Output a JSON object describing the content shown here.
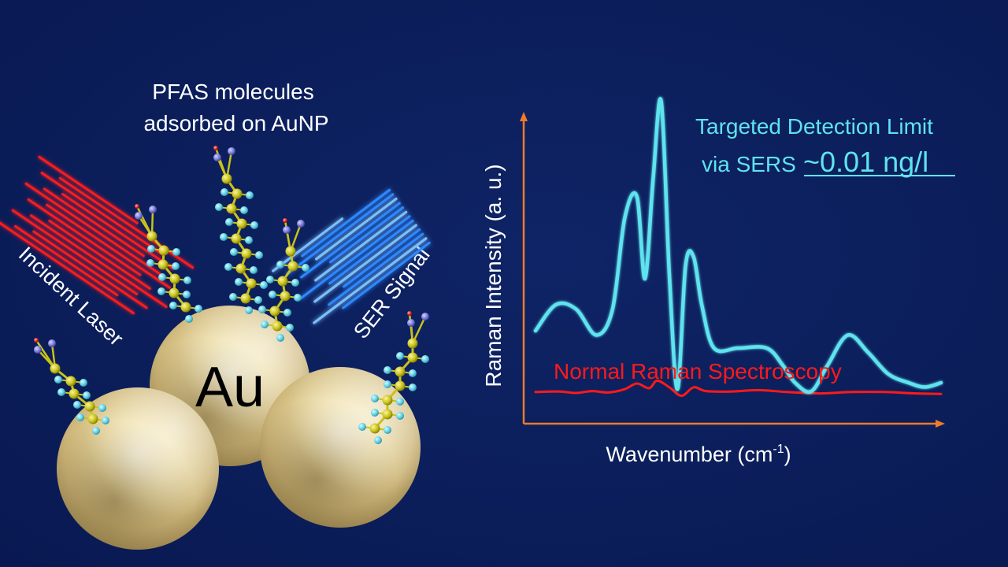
{
  "diagram": {
    "title_line1": "PFAS molecules",
    "title_line2": "adsorbed on AuNP",
    "incident_label": "Incident Laser",
    "ser_label": "SER Signal",
    "particle_label": "Au"
  },
  "chart_data": {
    "type": "line",
    "ylabel": "Raman Intensity (a. u.)",
    "xlabel": "Wavenumber (cm",
    "xlabel_sup": "-1",
    "xlabel_close": ")",
    "annotation_line1": "Targeted Detection Limit",
    "annotation_prefix": "via SERS",
    "annotation_value": "~0.01 ng/l",
    "series": [
      {
        "name": "Normal Raman Spectroscopy",
        "color": "#ff1a1a",
        "values": [
          [
            0,
            0.12
          ],
          [
            6,
            0.13
          ],
          [
            10,
            0.1
          ],
          [
            14,
            0.14
          ],
          [
            18,
            0.11
          ],
          [
            22,
            0.18
          ],
          [
            25,
            0.3
          ],
          [
            28,
            0.2
          ],
          [
            30,
            0.36
          ],
          [
            33,
            0.22
          ],
          [
            36,
            0.04
          ],
          [
            39,
            0.22
          ],
          [
            42,
            0.14
          ],
          [
            48,
            0.13
          ],
          [
            55,
            0.16
          ],
          [
            62,
            0.12
          ],
          [
            70,
            0.09
          ],
          [
            78,
            0.12
          ],
          [
            86,
            0.12
          ],
          [
            94,
            0.09
          ],
          [
            100,
            0.08
          ]
        ]
      },
      {
        "name": "SERS",
        "color": "#5fe3ee",
        "values": [
          [
            0,
            2.0
          ],
          [
            5,
            2.6
          ],
          [
            10,
            2.5
          ],
          [
            15,
            1.9
          ],
          [
            19,
            2.5
          ],
          [
            22,
            4.6
          ],
          [
            25,
            5.1
          ],
          [
            27,
            3.2
          ],
          [
            29,
            5.5
          ],
          [
            31,
            7.3
          ],
          [
            33,
            3.3
          ],
          [
            35,
            0.65
          ],
          [
            37,
            3.5
          ],
          [
            39,
            3.7
          ],
          [
            41,
            2.6
          ],
          [
            44,
            1.6
          ],
          [
            50,
            1.6
          ],
          [
            57,
            1.6
          ],
          [
            61,
            1.2
          ],
          [
            64,
            0.8
          ],
          [
            68,
            0.6
          ],
          [
            72,
            1.2
          ],
          [
            77,
            1.9
          ],
          [
            82,
            1.5
          ],
          [
            87,
            1.0
          ],
          [
            92,
            0.8
          ],
          [
            96,
            0.7
          ],
          [
            100,
            0.8
          ]
        ]
      }
    ],
    "xlim": [
      0,
      100
    ],
    "ylim": [
      0,
      8
    ]
  },
  "colors": {
    "background": "#0b1e5a",
    "axis": "#f07a2a",
    "annotation": "#5fe3ee",
    "normal": "#ff1a1a",
    "laser": "#ff1a1a",
    "signal": "#2f8cff",
    "gold": "#d8c48a"
  }
}
